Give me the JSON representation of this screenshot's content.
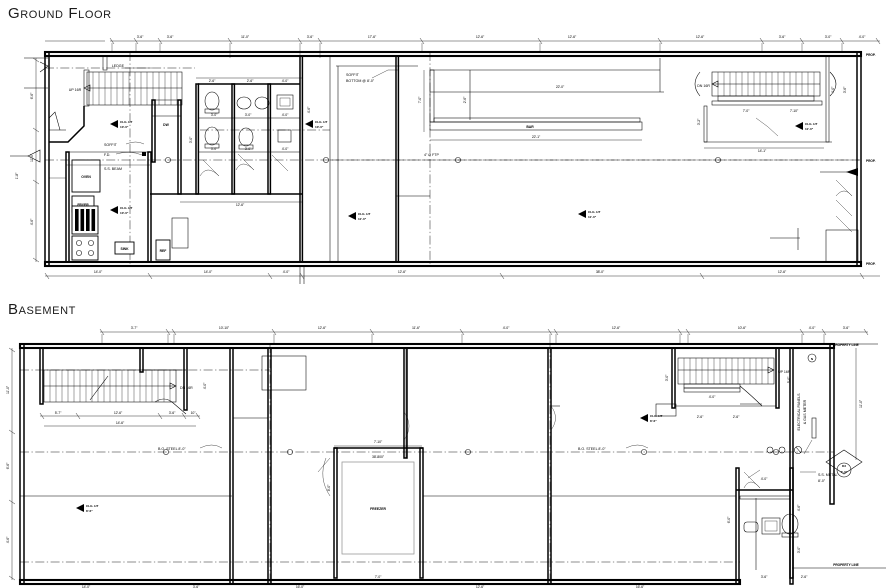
{
  "document": {
    "type": "architectural-floor-plan",
    "sheets": [
      {
        "id": "ground",
        "title": "Ground Floor"
      },
      {
        "id": "basement",
        "title": "Basement"
      }
    ]
  },
  "ground": {
    "title": "Ground Floor",
    "top_dimensions": [
      "3'-6\"",
      "3'-6\"",
      "11'-0\"",
      "12'-6\"",
      "3'-6\"",
      "17'-6\"",
      "12'-6\"",
      "12'-6\"",
      "3'-6\"",
      "3'-0\""
    ],
    "bottom_dimensions": [
      "14'-0\"",
      "14'-0\"",
      "12'-6\"",
      "38'-0\"",
      "12'-6\""
    ],
    "left_dimensions": [
      "6'-6\"",
      "11'-0\"",
      "4'-6\""
    ],
    "notes": [
      {
        "label": "LEDGE"
      },
      {
        "label": "SOFFIT"
      },
      {
        "label": "SOFFIT\nBOTTOM @ 8'-0\""
      },
      {
        "label": "F.D."
      },
      {
        "label": "S.S. BEAM"
      },
      {
        "label": "4\" Ø FTP"
      },
      {
        "label": "6\" Ø FTP"
      },
      {
        "label": "UP 16R"
      }
    ],
    "equipment": [
      {
        "name": "OVEN"
      },
      {
        "name": "FRYER"
      },
      {
        "name": "SINK"
      },
      {
        "name": "REF"
      },
      {
        "name": "DW"
      },
      {
        "name": "BAR"
      }
    ],
    "ceiling_tags": [
      {
        "value": "CLG. HT\n10'-0\""
      },
      {
        "value": "CLG. HT\n10'-0\""
      },
      {
        "value": "CLG. HT\n10'-0\""
      },
      {
        "value": "CLG. HT\n11'-0\""
      },
      {
        "value": "CLG. HT\n11'-0\""
      }
    ],
    "property_labels": [
      "PROP.",
      "PROP.",
      "PROP."
    ],
    "interior_dims": [
      "2'-6\"",
      "2'-6\"",
      "4'-0\"",
      "3'-0\"",
      "2'-6\"",
      "4'-0\"",
      "12'-6\"",
      "5'-0\"",
      "4'-6\"",
      "7'-0\"",
      "7'-10\"",
      "14'-1\"",
      "22'-1\"",
      "3'-0\"",
      "2'-0\"",
      "11'-0\"",
      "10'-0\"",
      "6'-0\"",
      "3'-6\"",
      "4'-6\""
    ]
  },
  "basement": {
    "title": "Basement",
    "top_dimensions": [
      "3'-7\"",
      "10'-10\"",
      "4'-0\"",
      "12'-6\"",
      "11'-6\"",
      "12'-6\"",
      "10'-6\"",
      "4'-0\"",
      "3'-6\""
    ],
    "bottom_dimensions": [
      "14'-0\"",
      "3'-6\"",
      "16'-0\"",
      "12'-6\"",
      "16'-6\"",
      "6'-0\""
    ],
    "left_dimensions": [
      "11'-0\"",
      "6'-6\"",
      "4'-6\""
    ],
    "notes": [
      {
        "label": "B.O. STEEL 8'-0\""
      },
      {
        "label": "B.O. STEEL 8'-0\""
      },
      {
        "label": "ELECTRICAL PANELS\n& GAS METER"
      },
      {
        "label": "S.S. METAL\n8'-0\""
      },
      {
        "label": "DN 16R"
      },
      {
        "label": "PROPERTY LINE"
      },
      {
        "label": "PROPERTY LINE"
      }
    ],
    "equipment": [
      {
        "name": "FREEZER"
      }
    ],
    "ceiling_tags": [
      {
        "value": "CLG. HT\n8'-6\""
      },
      {
        "value": "CLG. HT\n8'-6\""
      }
    ],
    "door_tag": {
      "value": "D3\n4'-0\""
    },
    "interior_dims": [
      "5'-7\"",
      "12'-6\"",
      "3'-6\"",
      "10\"",
      "14'-6\"",
      "4'-0\"",
      "7'-10\"",
      "38'-800\"",
      "7'-0\"",
      "2'-6\"",
      "4'-0\"",
      "3'-0\"",
      "6'-0\"",
      "2'-6\"",
      "12'-0\"",
      "5'-0\""
    ]
  }
}
